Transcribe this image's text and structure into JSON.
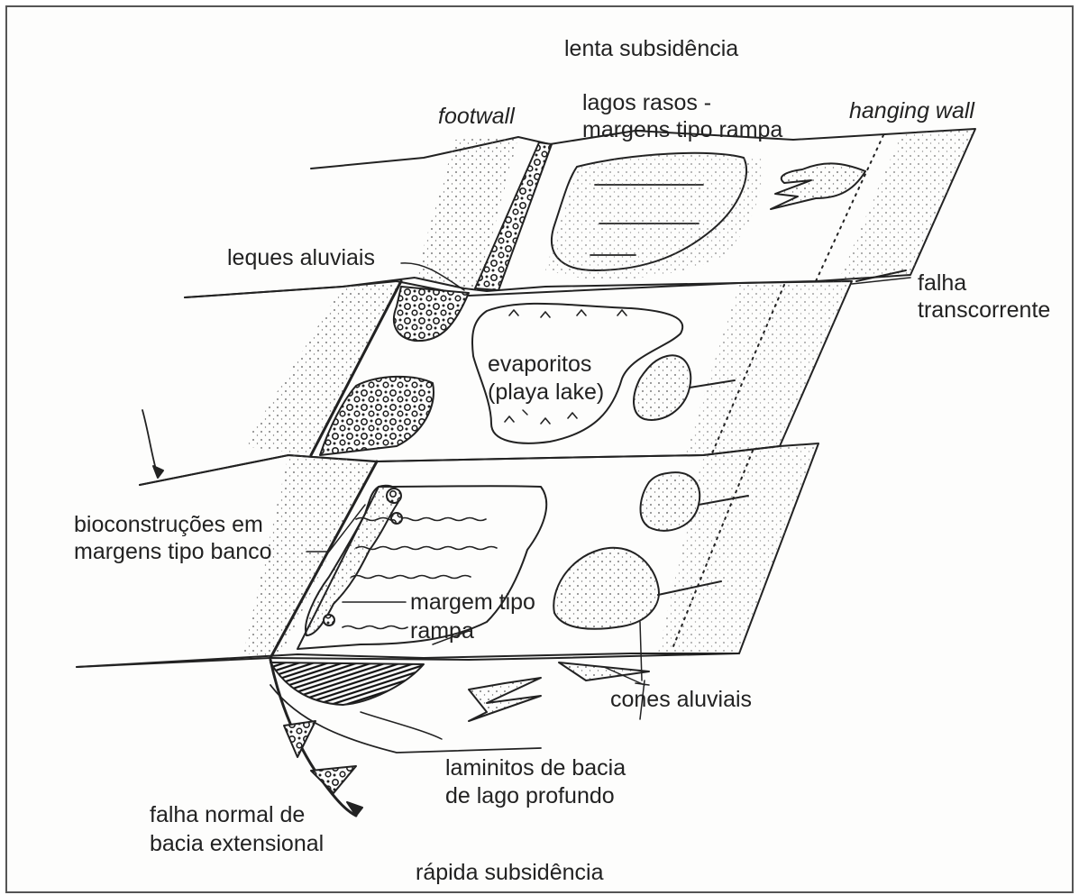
{
  "diagram": {
    "labels": {
      "top": "lenta subsidência",
      "footwall": "footwall",
      "lagos_rasos_1": "lagos rasos -",
      "lagos_rasos_2": "margens tipo rampa",
      "hanging_wall": "hanging wall",
      "leques": "leques aluviais",
      "falha_transc_1": "falha",
      "falha_transc_2": "transcorrente",
      "evaporitos_1": "evaporitos",
      "evaporitos_2": "(playa lake)",
      "bioconstrucoes_1": "bioconstruções em",
      "bioconstrucoes_2": "margens tipo banco",
      "margem_rampa_1": "margem tipo",
      "margem_rampa_2": "rampa",
      "cones": "cones aluviais",
      "laminitos_1": "laminitos de bacia",
      "laminitos_2": "de lago profundo",
      "falha_normal_1": "falha normal de",
      "falha_normal_2": "bacia extensional",
      "bottom": "rápida subsidência"
    },
    "colors": {
      "ink": "#222222",
      "background": "#fdfdfc",
      "frame": "#555555"
    }
  }
}
